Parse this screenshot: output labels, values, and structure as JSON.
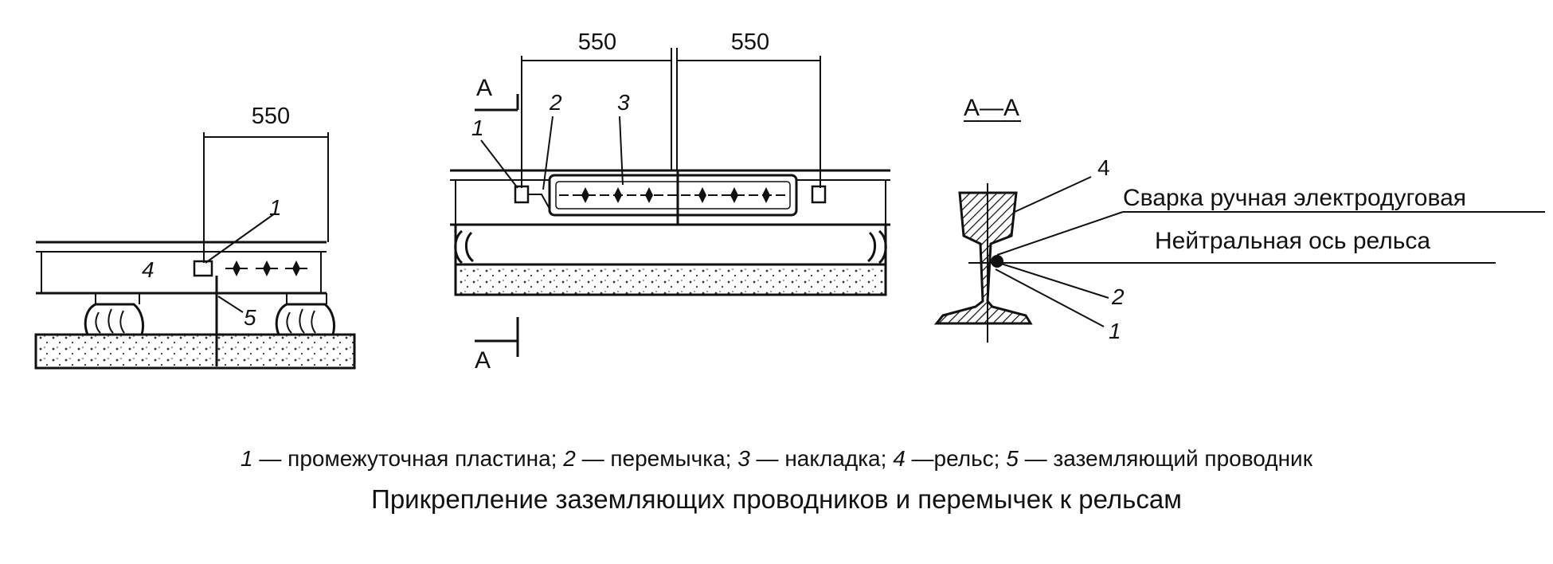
{
  "dimensions": {
    "left": "550",
    "middle_left": "550",
    "middle_right": "550"
  },
  "labels": {
    "section_top": "А",
    "section_bottom": "А",
    "section_title": "А—А",
    "welding": "Сварка ручная электродуговая",
    "neutral_axis": "Нейтральная ось рельса"
  },
  "numbers": {
    "n1": "1",
    "n2": "2",
    "n3": "3",
    "n4": "4",
    "n5": "5"
  },
  "legend": [
    {
      "num": "1",
      "text": " — промежуточная пластина; "
    },
    {
      "num": "2",
      "text": " — перемычка; "
    },
    {
      "num": "3",
      "text": " — накладка; "
    },
    {
      "num": "4",
      "text": " —рельс; "
    },
    {
      "num": "5",
      "text": " — заземляющий проводник"
    }
  ],
  "caption": "Прикрепление заземляющих проводников и перемычек к рельсам"
}
